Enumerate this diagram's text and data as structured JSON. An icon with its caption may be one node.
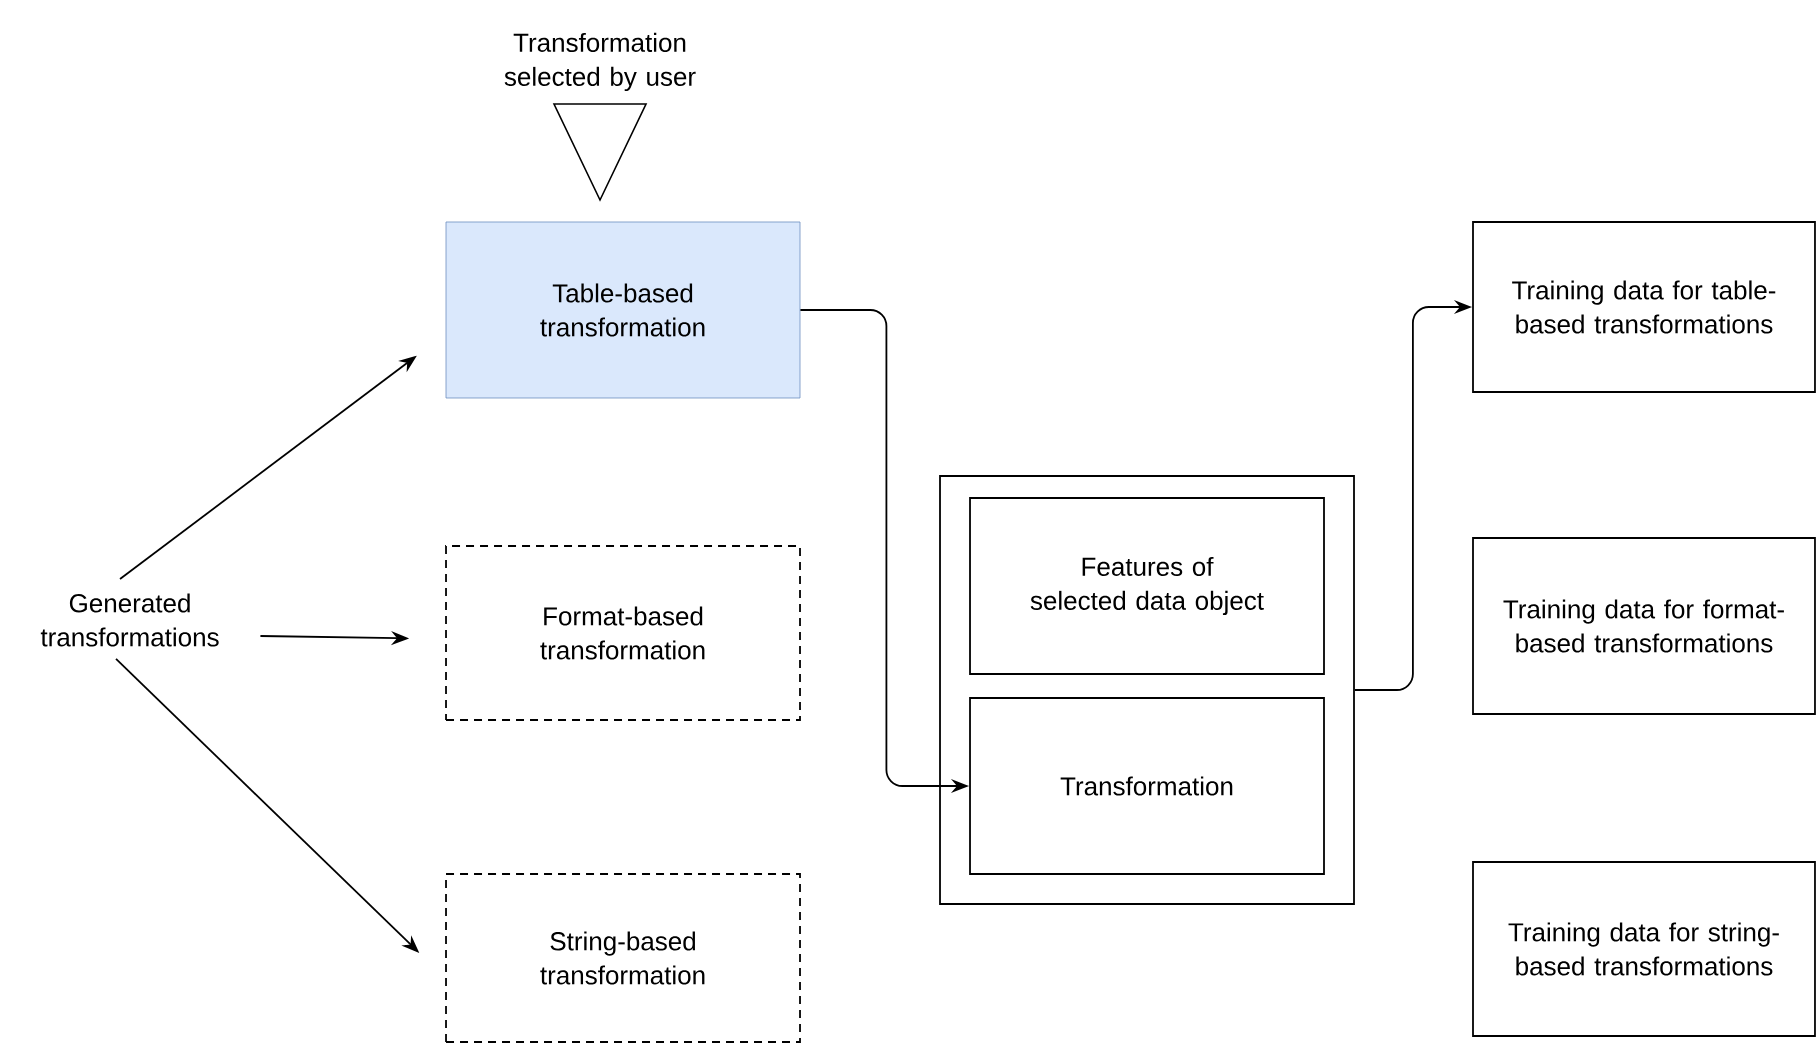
{
  "diagram": {
    "nodes": [
      {
        "text": [
          "Transformation selected by user"
        ]
      },
      {
        "text": [
          "Generated transformations"
        ]
      },
      {
        "text": [
          "Table-based transformation"
        ]
      },
      {
        "text": [
          "Format-based transformation"
        ]
      },
      {
        "text": [
          "String-based transformation"
        ]
      },
      {
        "text": [],
        "shape": "box"
      },
      {
        "text": [
          "Features of selected data object"
        ],
        "in": 5
      },
      {
        "text": [
          "Transformation"
        ],
        "in": 5
      },
      {
        "text": [
          "Training data for table-based transformations"
        ]
      },
      {
        "text": [
          "Training data for format-based transformations"
        ]
      },
      {
        "text": [
          "Training data for string-based transformations"
        ]
      }
    ],
    "edges": [
      {
        "from": 1,
        "to": 2,
        "arrow": "to"
      },
      {
        "from": 1,
        "to": 3,
        "arrow": "to"
      },
      {
        "from": 1,
        "to": 4,
        "arrow": "to"
      },
      {
        "from": 2,
        "to": 7,
        "arrow": "to"
      },
      {
        "from": 5,
        "to": 8,
        "arrow": "to"
      }
    ]
  }
}
